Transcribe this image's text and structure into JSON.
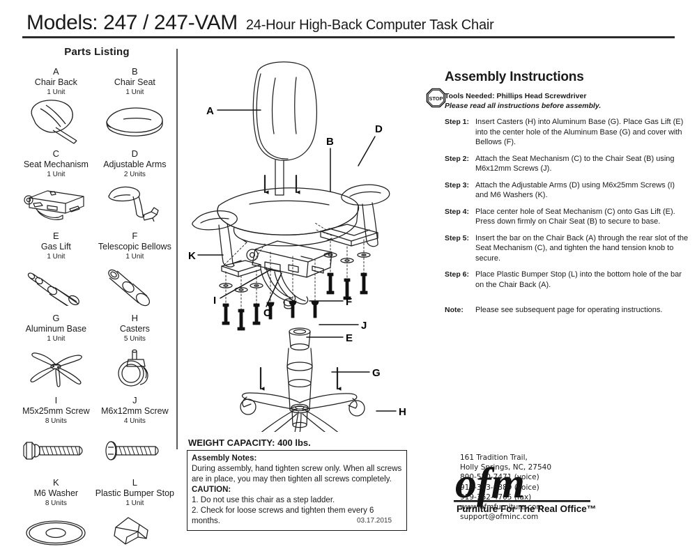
{
  "header": {
    "model_title": "Models: 247 / 247-VAM",
    "subtitle": "24-Hour High-Back Computer Task Chair"
  },
  "parts_listing": {
    "heading": "Parts Listing",
    "parts": [
      {
        "letter": "A",
        "name": "Chair Back",
        "qty": "1 Unit",
        "icon": "chair-back-icon"
      },
      {
        "letter": "B",
        "name": "Chair Seat",
        "qty": "1 Unit",
        "icon": "chair-seat-icon"
      },
      {
        "letter": "C",
        "name": "Seat Mechanism",
        "qty": "1 Unit",
        "icon": "seat-mechanism-icon"
      },
      {
        "letter": "D",
        "name": "Adjustable Arms",
        "qty": "2 Units",
        "icon": "adjustable-arm-icon"
      },
      {
        "letter": "E",
        "name": "Gas Lift",
        "qty": "1 Unit",
        "icon": "gas-lift-icon"
      },
      {
        "letter": "F",
        "name": "Telescopic Bellows",
        "qty": "1 Unit",
        "icon": "bellows-icon"
      },
      {
        "letter": "G",
        "name": "Aluminum Base",
        "qty": "1 Unit",
        "icon": "aluminum-base-icon"
      },
      {
        "letter": "H",
        "name": "Casters",
        "qty": "5 Units",
        "icon": "caster-icon"
      },
      {
        "letter": "I",
        "name": "M5x25mm Screw",
        "qty": "8 Units",
        "icon": "hex-screw-icon"
      },
      {
        "letter": "J",
        "name": "M6x12mm Screw",
        "qty": "4 Units",
        "icon": "pan-screw-icon"
      },
      {
        "letter": "K",
        "name": "M6 Washer",
        "qty": "8 Units",
        "icon": "washer-icon"
      },
      {
        "letter": "L",
        "name": "Plastic Bumper Stop",
        "qty": "1 Unit",
        "icon": "bumper-stop-icon"
      }
    ]
  },
  "diagram": {
    "callouts": [
      {
        "id": "A",
        "label": "A"
      },
      {
        "id": "B",
        "label": "B"
      },
      {
        "id": "C",
        "label": "C"
      },
      {
        "id": "D",
        "label": "D"
      },
      {
        "id": "E",
        "label": "E"
      },
      {
        "id": "F",
        "label": "F"
      },
      {
        "id": "G",
        "label": "G"
      },
      {
        "id": "H",
        "label": "H"
      },
      {
        "id": "I",
        "label": "I"
      },
      {
        "id": "J",
        "label": "J"
      },
      {
        "id": "K",
        "label": "K"
      }
    ]
  },
  "instructions": {
    "heading": "Assembly Instructions",
    "stop_icon_text": "STOP",
    "tools_needed": "Tools Needed: Phillips Head Screwdriver",
    "read_all": "Please read all instructions before assembly.",
    "steps": [
      {
        "label": "Step 1:",
        "text": "Insert Casters (H) into Aluminum Base (G). Place Gas Lift (E) into the center hole of the Aluminum Base (G) and cover with Bellows (F)."
      },
      {
        "label": "Step 2:",
        "text": "Attach the Seat Mechanism (C) to the Chair Seat (B) using M6x12mm Screws (J)."
      },
      {
        "label": "Step 3:",
        "text": "Attach the Adjustable Arms (D) using M6x25mm Screws (I) and M6 Washers (K)."
      },
      {
        "label": "Step 4:",
        "text": "Place center hole of Seat Mechanism (C) onto Gas Lift (E). Press down firmly on Chair Seat (B) to secure to base."
      },
      {
        "label": "Step 5:",
        "text": "Insert the bar on the Chair Back (A) through the rear slot of the Seat Mechanism (C), and tighten the hand tension knob to secure."
      },
      {
        "label": "Step 6:",
        "text": "Place Plastic Bumper Stop (L) into the bottom hole of the bar on the Chair Back (A)."
      }
    ],
    "note_label": "Note:",
    "note_text": "Please see subsequent page for operating instructions."
  },
  "weight_capacity": "WEIGHT CAPACITY: 400 lbs.",
  "assembly_notes": {
    "notes_heading": "Assembly Notes:",
    "notes_body": "During assembly, hand tighten screw only. When all screws are in place, you may then tighten all screws completely.",
    "caution_heading": "CAUTION:",
    "caution_1": "1. Do not use this chair as a step ladder.",
    "caution_2": "2. Check for loose screws and tighten them every 6 months."
  },
  "footer": {
    "logo_wordmark": "ofm",
    "logo_tagline": "Furniture For The Real Office™",
    "contact": [
      "161 Tradition Trail,",
      "Holly Springs, NC, 27540",
      "800-520-7471 (voice)",
      "919-303-6389 (voice)",
      "919-362-4765 (fax)",
      "www.ofmfurniture.com",
      "support@ofminc.com"
    ],
    "date": "03.17.2015"
  },
  "colors": {
    "ink": "#1a1a1a",
    "line": "#333333",
    "rule": "#2b2b2b"
  }
}
